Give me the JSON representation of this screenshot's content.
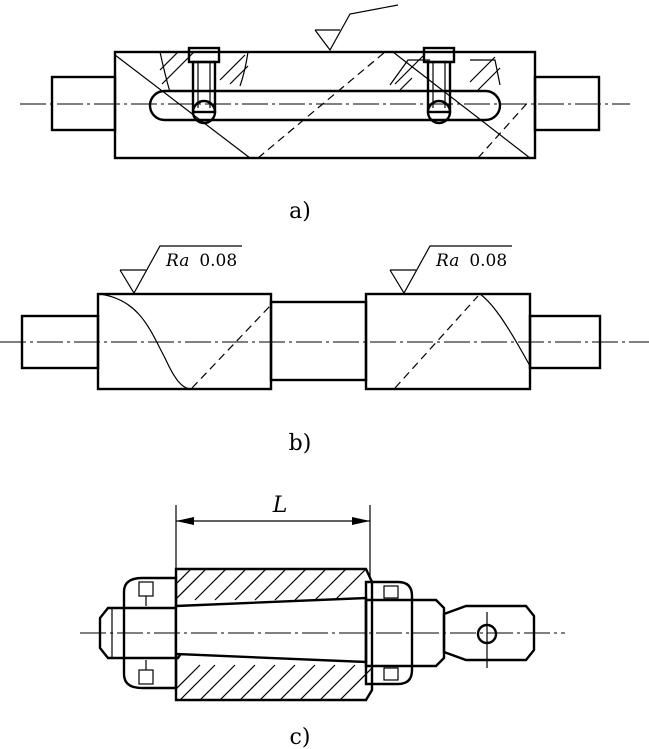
{
  "figures": [
    {
      "id": "a",
      "caption": "a)"
    },
    {
      "id": "b",
      "caption": "b)",
      "roughness_left": {
        "symbol": "Ra",
        "value": "0.08"
      },
      "roughness_right": {
        "symbol": "Ra",
        "value": "0.08"
      }
    },
    {
      "id": "c",
      "caption": "c)",
      "dimension_label": "L"
    }
  ]
}
